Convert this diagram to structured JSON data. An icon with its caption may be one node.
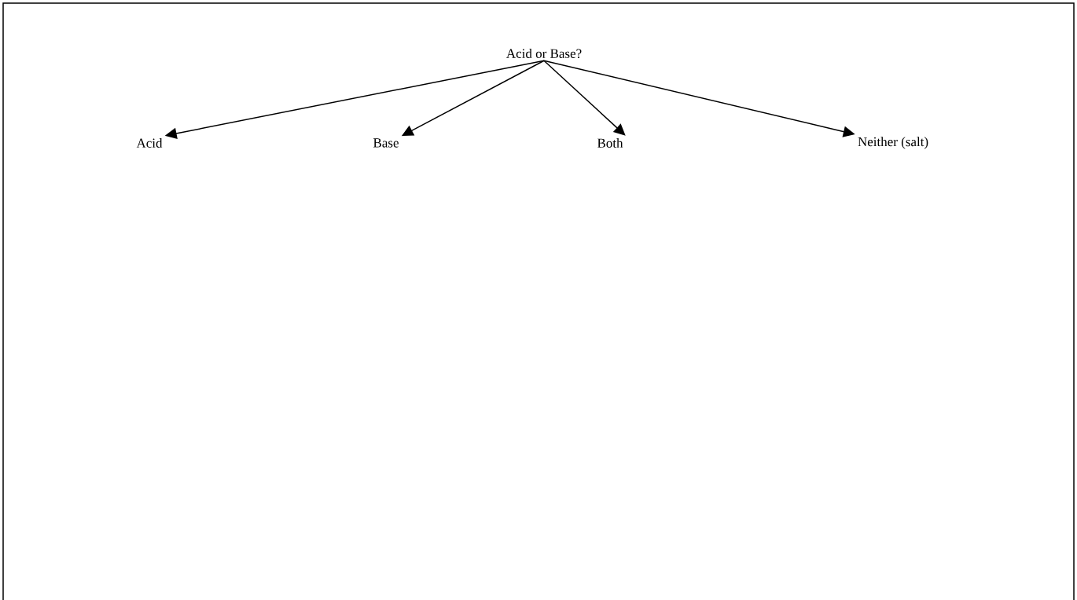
{
  "diagram": {
    "nodes": [
      {
        "text": [
          "Acid or Base?"
        ]
      },
      {
        "text": [
          "Acid"
        ]
      },
      {
        "text": [
          "Base"
        ]
      },
      {
        "text": [
          "Both"
        ]
      },
      {
        "text": [
          "Neither (salt)"
        ]
      }
    ],
    "edges": [
      {
        "from": 0,
        "to": 1,
        "arrow": "to"
      },
      {
        "from": 0,
        "to": 2,
        "arrow": "to"
      },
      {
        "from": 0,
        "to": 3,
        "arrow": "to"
      },
      {
        "from": 0,
        "to": 4,
        "arrow": "to"
      }
    ]
  }
}
